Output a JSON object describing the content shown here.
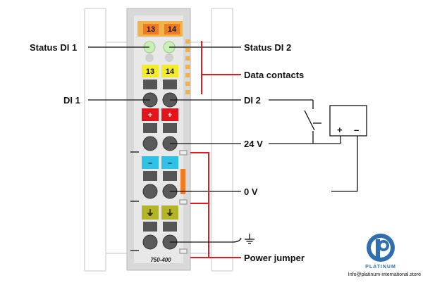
{
  "diagram": {
    "module": {
      "model": "750-400",
      "top_terminal_labels": [
        "13",
        "14"
      ],
      "mid_terminal_labels": [
        "13",
        "14"
      ]
    },
    "labels": {
      "status_di1": "Status DI 1",
      "status_di2": "Status DI 2",
      "data_contacts": "Data contacts",
      "di1": "DI 1",
      "di2": "DI 2",
      "v24": "24 V",
      "v0": "0 V",
      "power_jumper": "Power jumper"
    },
    "supply": {
      "plus": "+",
      "minus": "–"
    },
    "terminal_marks": {
      "plus": "+",
      "minus": "–",
      "ground": "⏚"
    },
    "ground_symbol": "⏚",
    "brand": {
      "name": "PLATINUM",
      "email": "Info@platinum-international.store"
    },
    "colors": {
      "orange": "#f07b22",
      "yellow": "#f4ec2a",
      "red": "#e4141b",
      "blue": "#2ec3e6",
      "olive": "#b4b428",
      "green_led": "#c8f0b4",
      "module_gray": "#dcdcdc",
      "callout_red": "#e21b22",
      "brand_blue": "#2f6fb0"
    }
  }
}
